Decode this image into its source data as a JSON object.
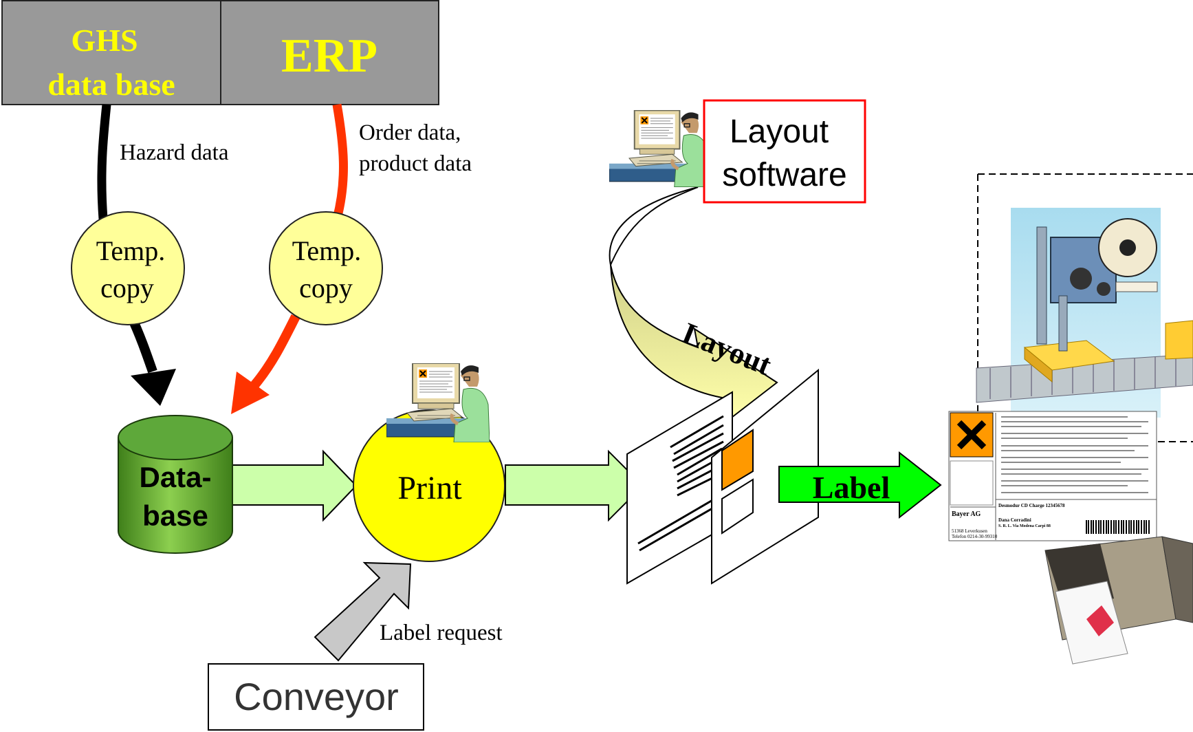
{
  "header": {
    "ghs_line1": "GHS",
    "ghs_line2": "data base",
    "erp": "ERP"
  },
  "flows": {
    "hazard_data": "Hazard data",
    "order_line1": "Order data,",
    "order_line2": "product data",
    "label_request": "Label request"
  },
  "nodes": {
    "temp_copy_line1": "Temp.",
    "temp_copy_line2": "copy",
    "database_line1": "Data-",
    "database_line2": "base",
    "print": "Print",
    "layout_software_line1": "Layout",
    "layout_software_line2": "software",
    "layout_arrow": "Layout",
    "label_arrow": "Label",
    "conveyor": "Conveyor"
  },
  "label_sample": {
    "company": "Bayer AG",
    "address_line1": "51368 Leverkusen",
    "address_line2": "Telefon 0214-30-99310",
    "product": "Desmodur CD  Charge 12345678",
    "customer_line1": "Dana Corradini",
    "customer_line2": "S. R. L. Via Modena Carpi 88"
  },
  "colors": {
    "header_gray": "#999999",
    "header_text": "#ffff00",
    "temp_copy_fill": "#ffff99",
    "erp_line": "#ff3300",
    "database_green": "#66aa33",
    "print_yellow": "#ffff00",
    "flow_arrow": "#ccffaa",
    "label_arrow": "#00ff00",
    "layout_box_border": "#ff0000",
    "hazard_orange": "#ff9900"
  }
}
